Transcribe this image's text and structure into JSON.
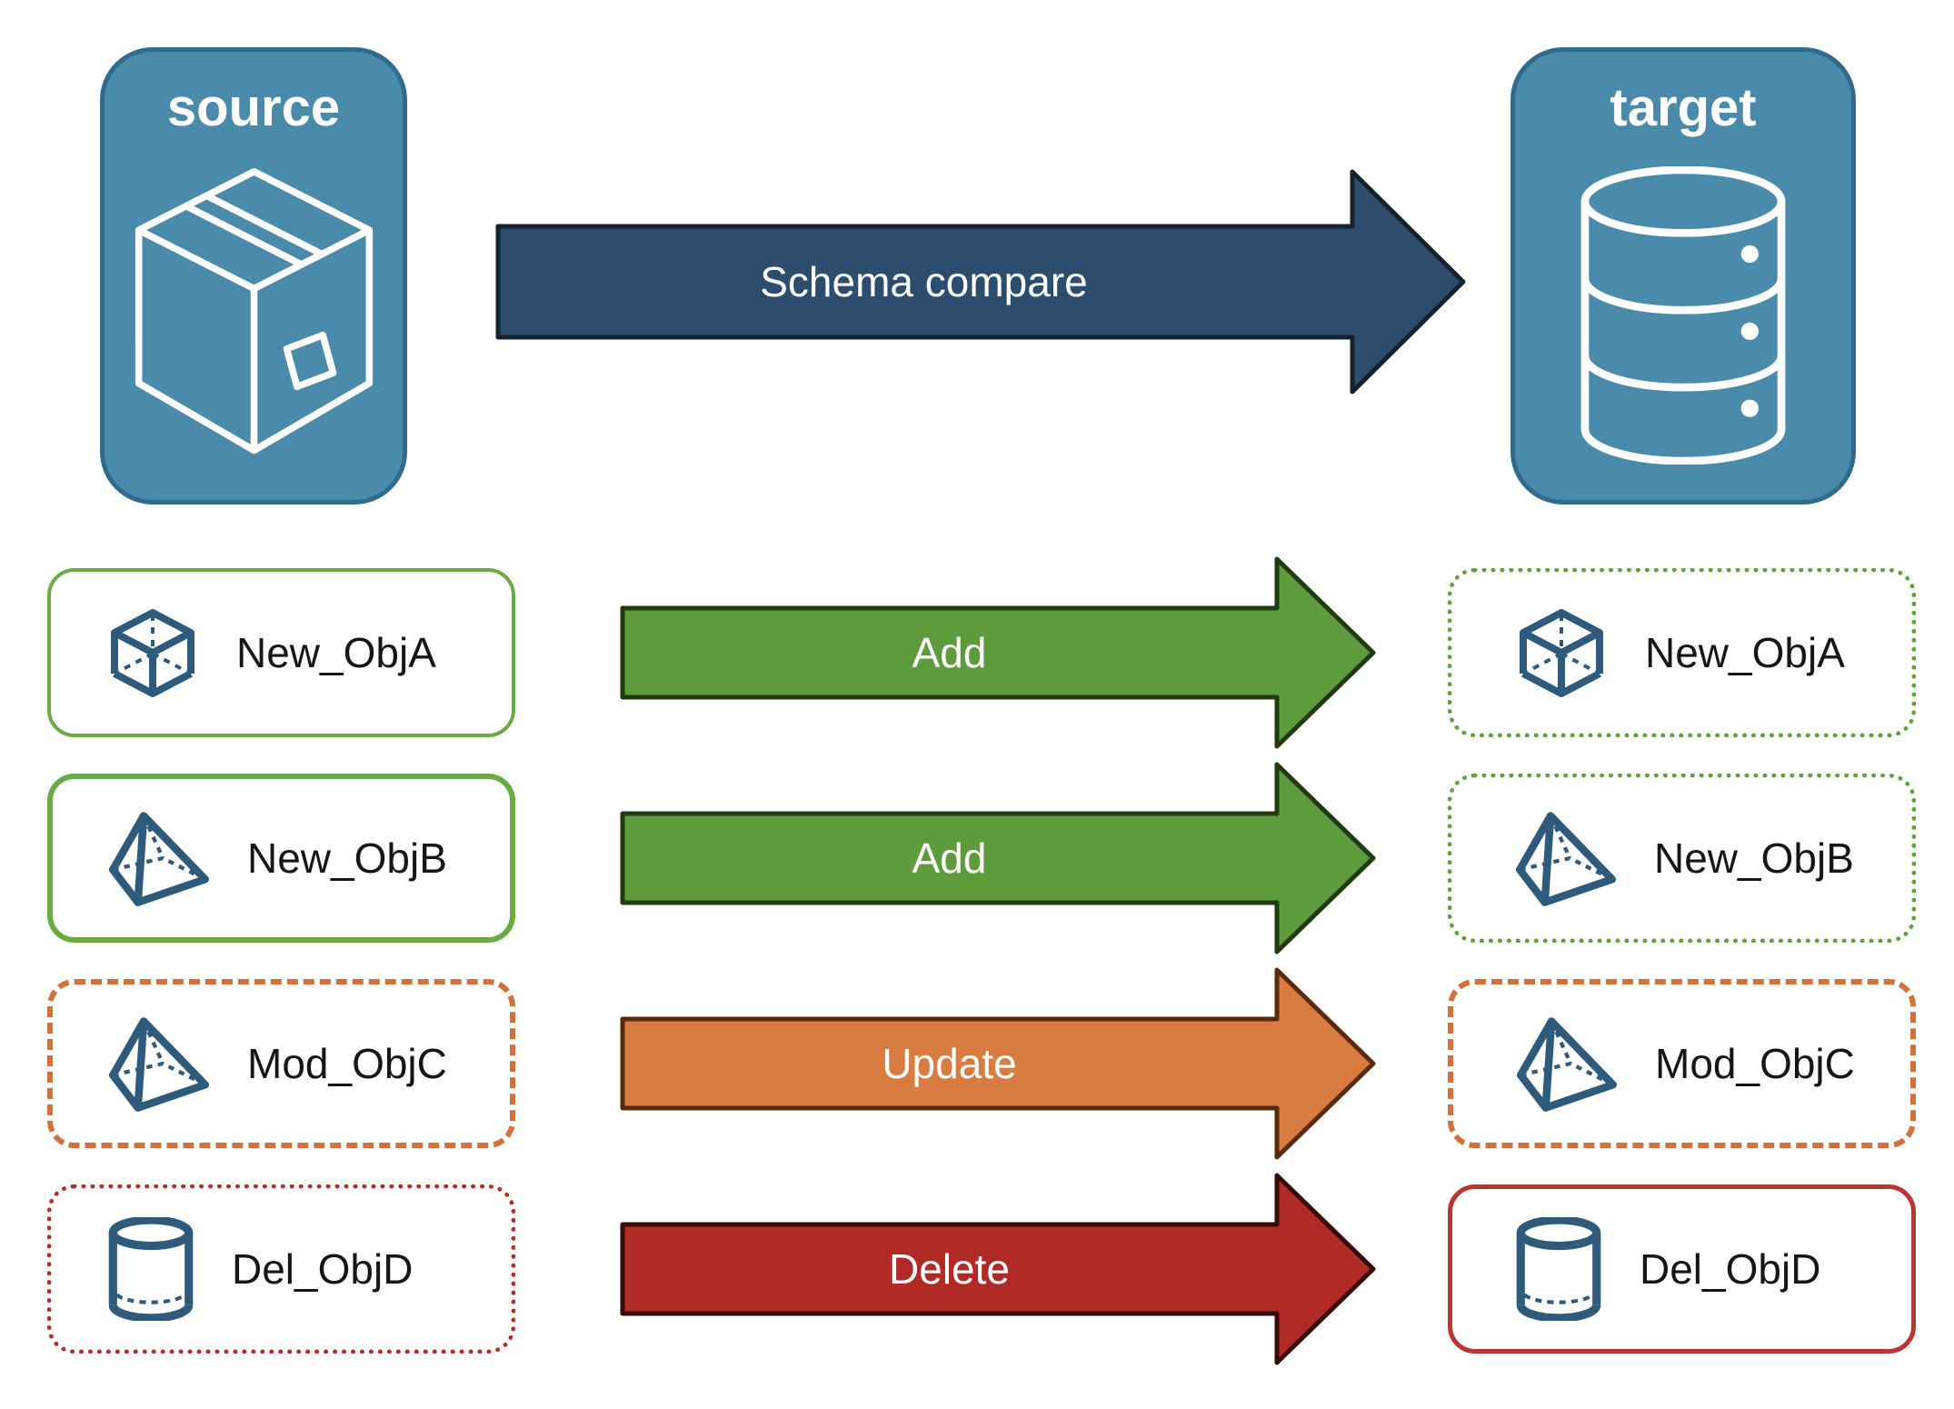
{
  "source": {
    "label": "source"
  },
  "target": {
    "label": "target"
  },
  "compare": {
    "label": "Schema compare"
  },
  "rows": [
    {
      "name": "New_ObjA",
      "action": "Add",
      "source_style": "new-solid-green",
      "target_style": "pending-dotted-green"
    },
    {
      "name": "New_ObjB",
      "action": "Add",
      "source_style": "new-solid-green",
      "target_style": "pending-dotted-green"
    },
    {
      "name": "Mod_ObjC",
      "action": "Update",
      "source_style": "modified-dashed-orange",
      "target_style": "modified-dashed-orange"
    },
    {
      "name": "Del_ObjD",
      "action": "Delete",
      "source_style": "deleted-dotted-red",
      "target_style": "existing-solid-red"
    }
  ],
  "icons": {
    "source_node": "package-icon",
    "target_node": "database-icon",
    "row_icons": [
      "cube-icon",
      "pyramid-icon",
      "pyramid-icon",
      "cylinder-icon"
    ]
  },
  "colors": {
    "node_fill": "#4a8aab",
    "node_border": "#2f6b8c",
    "compare_arrow_fill": "#2d4d6e",
    "compare_arrow_border": "#14222f",
    "add_arrow_fill": "#5d9b3d",
    "add_arrow_border": "#223a11",
    "update_arrow_fill": "#d97c41",
    "update_arrow_border": "#5a2a0c",
    "delete_arrow_fill": "#b12a26",
    "delete_arrow_border": "#370b08",
    "green_border": "#6aab44",
    "green_dotted_border": "#5ea23e",
    "orange_dashed_border": "#d2713c",
    "red_dotted_border": "#b52c28",
    "red_solid_border": "#bb3431",
    "object_icon_blue": "#2e5a7c",
    "label_text": "#161616",
    "arrow_text": "#ffffff"
  }
}
